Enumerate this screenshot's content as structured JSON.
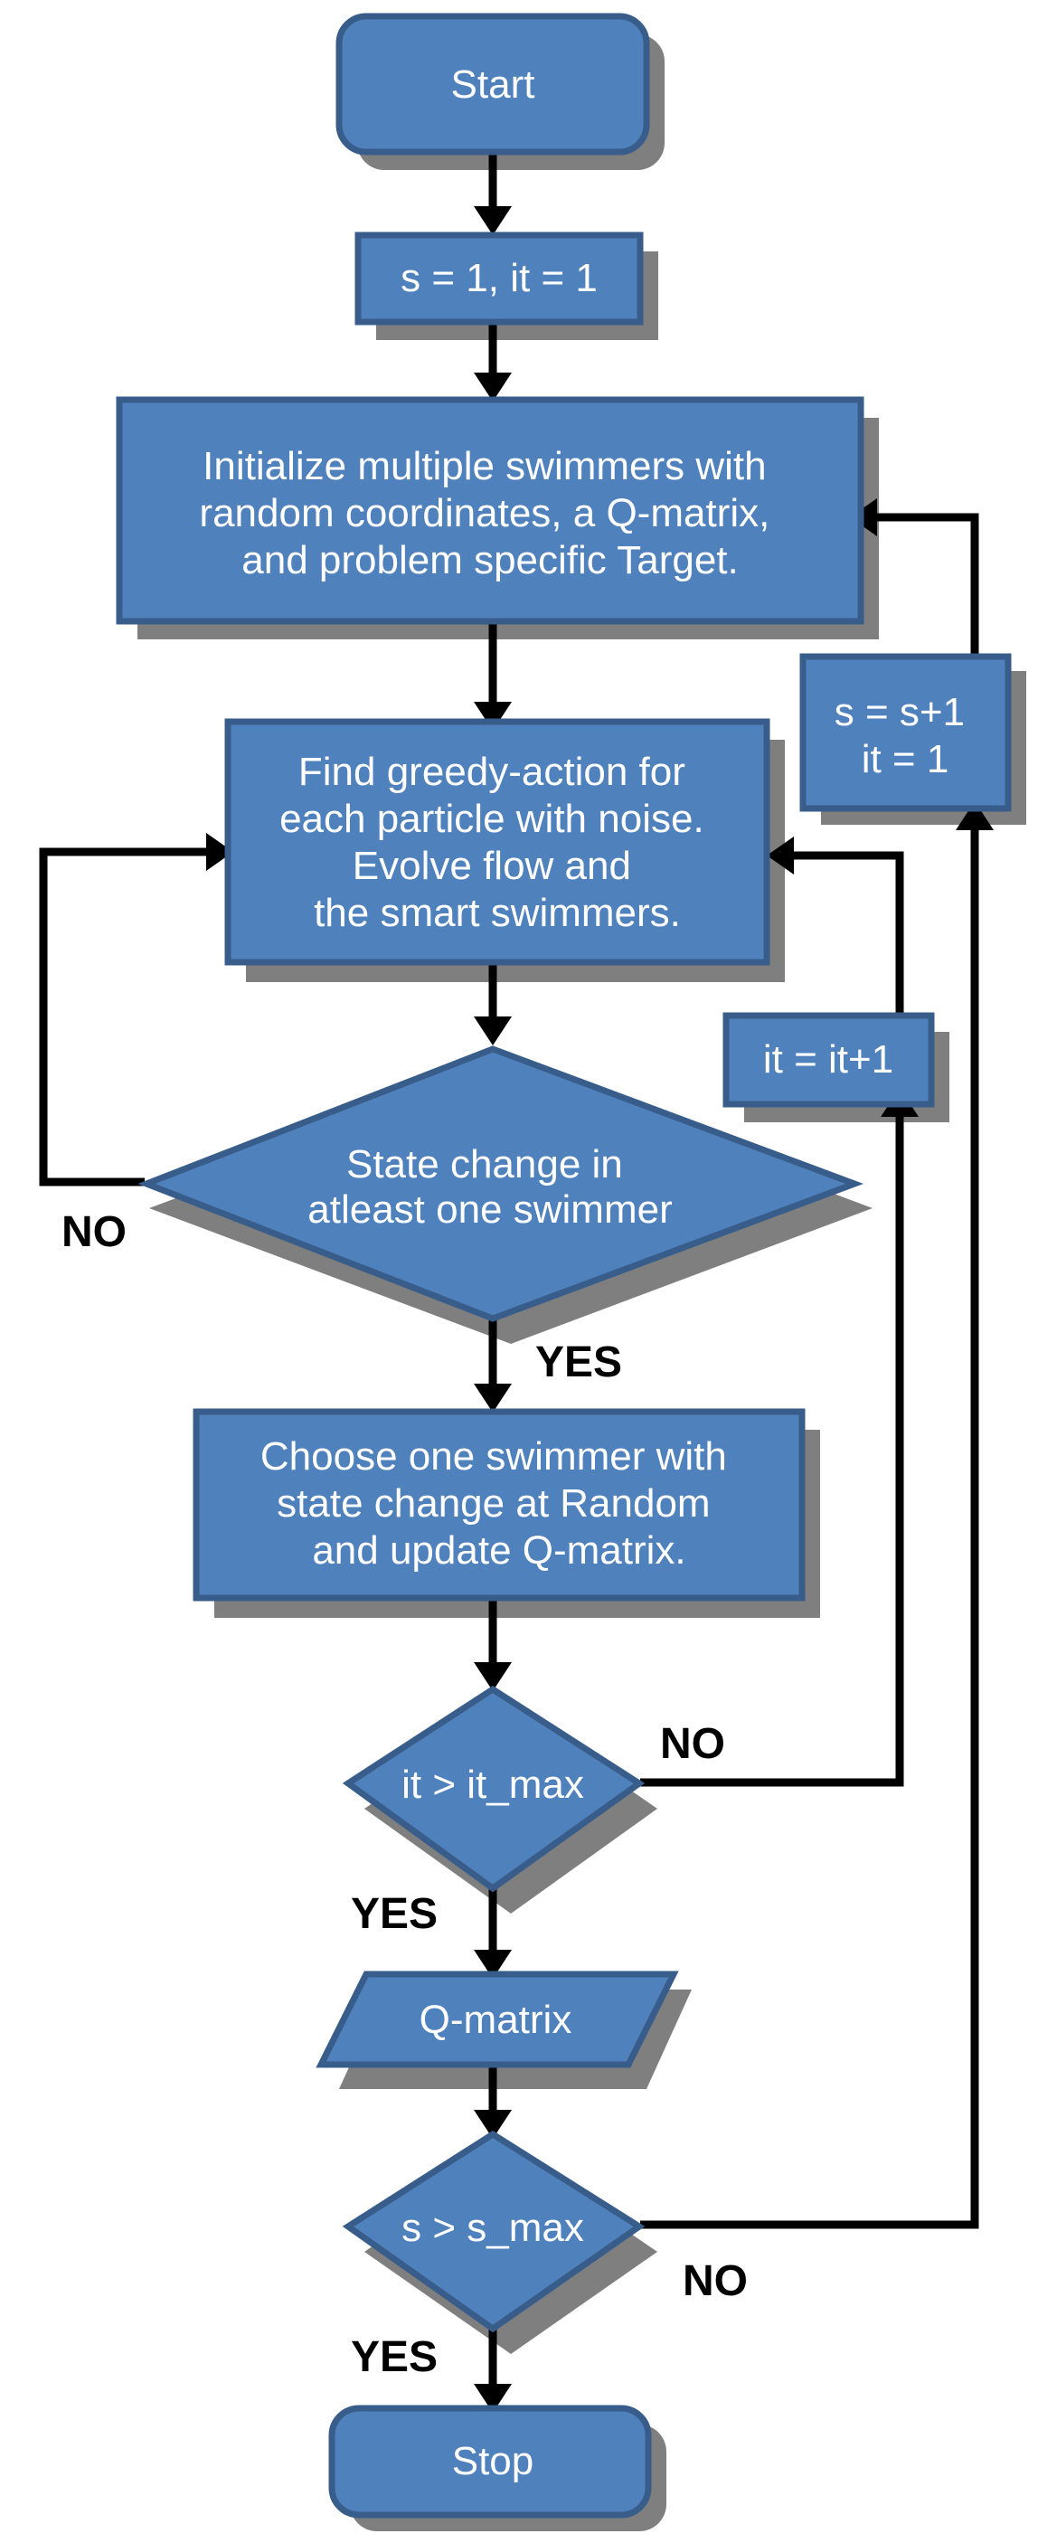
{
  "colors": {
    "node_fill": "#4f81bd",
    "node_border": "#385d8a",
    "shadow": "#7f7f7f",
    "edge": "#000000",
    "node_text": "#ffffff"
  },
  "nodes": {
    "start": {
      "lines": [
        "Start"
      ]
    },
    "init_counters": {
      "lines": [
        "s = 1, it = 1"
      ]
    },
    "initialize": {
      "lines": [
        "Initialize multiple swimmers with",
        "random coordinates, a Q-matrix,",
        "and problem specific Target."
      ]
    },
    "greedy_action": {
      "lines": [
        "Find greedy-action for",
        "each particle with noise.",
        "Evolve flow and",
        "the smart swimmers."
      ]
    },
    "state_change": {
      "lines": [
        "State change in",
        "atleast one swimmer"
      ]
    },
    "choose_swimmer": {
      "lines": [
        "Choose one  swimmer with",
        "state change  at Random",
        "and update Q-matrix."
      ]
    },
    "it_check": {
      "lines": [
        "it > it_max"
      ]
    },
    "q_matrix": {
      "lines": [
        "Q-matrix"
      ]
    },
    "s_check": {
      "lines": [
        "s > s_max"
      ]
    },
    "stop": {
      "lines": [
        "Stop"
      ]
    },
    "s_increment": {
      "lines": [
        "s = s+1",
        "it = 1"
      ]
    },
    "it_increment": {
      "lines": [
        "it = it+1"
      ]
    }
  },
  "edge_labels": {
    "state_no": "NO",
    "state_yes": "YES",
    "it_no": "NO",
    "it_yes": "YES",
    "s_no": "NO",
    "s_yes": "YES"
  }
}
